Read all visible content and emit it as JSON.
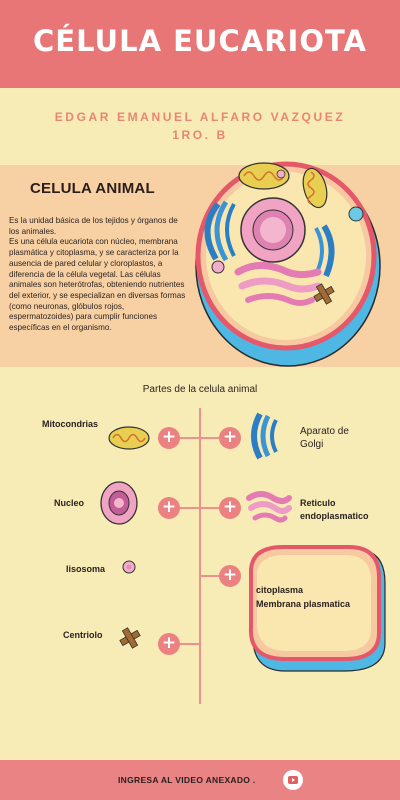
{
  "header": {
    "title": "CÉLULA EUCARIOTA"
  },
  "author": {
    "name": "EDGAR EMANUEL ALFARO VAZQUEZ",
    "group": "1RO. B"
  },
  "intro": {
    "heading": "CELULA ANIMAL",
    "paragraph_1": "Es la unidad básica de los tejidos y órganos de los animales.",
    "paragraph_2": "Es una célula eucariota con núcleo, membrana plasmática y citoplasma, y se caracteriza por la ausencia de pared celular y cloroplastos, a diferencia de la célula vegetal. Las células animales son heterótrofas, obteniendo nutrientes del exterior, y se especializan en diversas formas (como neuronas, glóbulos rojos, espermatozoides) para cumplir funciones específicas en el organismo."
  },
  "parts": {
    "title": "Partes de la celula animal",
    "left": [
      {
        "label": "Mitocondrias",
        "icon": "mitochondria-icon"
      },
      {
        "label": "Nucleo",
        "icon": "nucleus-icon"
      },
      {
        "label": "lisosoma",
        "icon": "lysosome-icon"
      },
      {
        "label": "Centriolo",
        "icon": "centriole-icon"
      }
    ],
    "right": [
      {
        "label": "Aparato de Golgi",
        "icon": "golgi-icon"
      },
      {
        "label": "Reticulo endoplasmatico",
        "icon": "er-icon"
      },
      {
        "label_1": "citoplasma",
        "label_2": "Membrana plasmatica",
        "icon": "membrane-icon"
      }
    ]
  },
  "footer": {
    "text": "INGRESA AL VIDEO ANEXADO .",
    "icon": "play-icon"
  },
  "colors": {
    "background": "#f8ecb6",
    "header": "#e87677",
    "band": "#f7d1a4",
    "accent": "#ec8181",
    "author": "#e98574"
  }
}
